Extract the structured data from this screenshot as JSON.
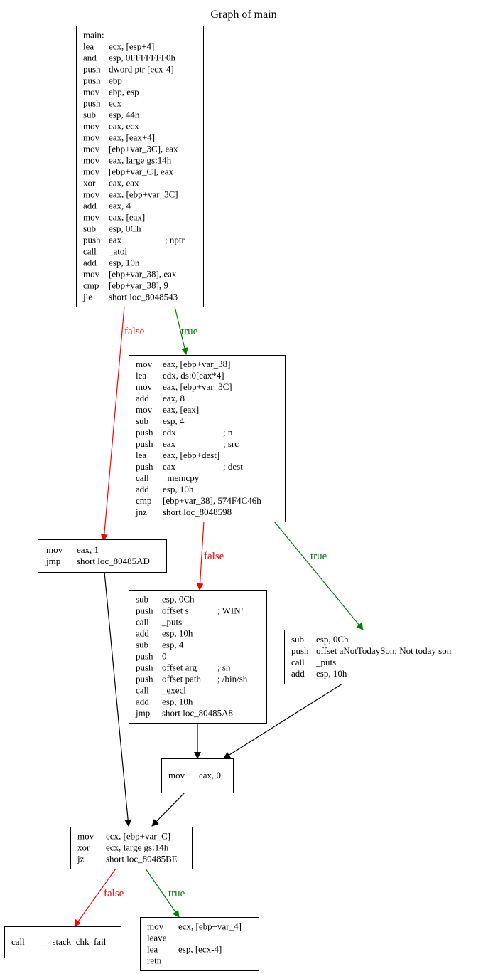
{
  "title": "Graph of main",
  "colors": {
    "true": "#008000",
    "false": "#ff0000",
    "plain": "#000000"
  },
  "nodes": [
    {
      "id": "n_main",
      "lines": [
        [
          "main:"
        ],
        [
          "lea",
          "ecx, [esp+4]"
        ],
        [
          "and",
          "esp, 0FFFFFFF0h"
        ],
        [
          "push",
          "dword ptr [ecx-4]"
        ],
        [
          "push",
          "ebp"
        ],
        [
          "mov",
          "ebp, esp"
        ],
        [
          "push",
          "ecx"
        ],
        [
          "sub",
          "esp, 44h"
        ],
        [
          "mov",
          "eax, ecx"
        ],
        [
          "mov",
          "eax, [eax+4]"
        ],
        [
          "mov",
          "[ebp+var_3C], eax"
        ],
        [
          "mov",
          "eax, large gs:14h"
        ],
        [
          "mov",
          "[ebp+var_C], eax"
        ],
        [
          "xor",
          "eax, eax"
        ],
        [
          "mov",
          "eax, [ebp+var_3C]"
        ],
        [
          "add",
          "eax, 4"
        ],
        [
          "mov",
          "eax, [eax]"
        ],
        [
          "sub",
          "esp, 0Ch"
        ],
        [
          "push",
          "eax",
          "; nptr"
        ],
        [
          "call",
          "_atoi"
        ],
        [
          "add",
          "esp, 10h"
        ],
        [
          "mov",
          "[ebp+var_38], eax"
        ],
        [
          "cmp",
          "[ebp+var_38], 9"
        ],
        [
          "jle",
          "short loc_8048543"
        ]
      ]
    },
    {
      "id": "n_memcpy",
      "lines": [
        [
          "mov",
          "eax, [ebp+var_38]"
        ],
        [
          "lea",
          "edx, ds:0[eax*4]"
        ],
        [
          "mov",
          "eax, [ebp+var_3C]"
        ],
        [
          "add",
          "eax, 8"
        ],
        [
          "mov",
          "eax, [eax]"
        ],
        [
          "sub",
          "esp, 4"
        ],
        [
          "push",
          "edx",
          "; n"
        ],
        [
          "push",
          "eax",
          "; src"
        ],
        [
          "lea",
          "eax, [ebp+dest]"
        ],
        [
          "push",
          "eax",
          "; dest"
        ],
        [
          "call",
          "_memcpy"
        ],
        [
          "add",
          "esp, 10h"
        ],
        [
          "cmp",
          "[ebp+var_38], 574F4C46h"
        ],
        [
          "jnz",
          "short loc_8048598"
        ]
      ]
    },
    {
      "id": "n_mov1",
      "lines": [
        [
          "mov",
          "eax, 1"
        ],
        [
          "jmp",
          "short loc_80485AD"
        ]
      ]
    },
    {
      "id": "n_win",
      "lines": [
        [
          "sub",
          "esp, 0Ch"
        ],
        [
          "push",
          "offset s",
          "; WIN!"
        ],
        [
          "call",
          "_puts"
        ],
        [
          "add",
          "esp, 10h"
        ],
        [
          "sub",
          "esp, 4"
        ],
        [
          "push",
          "0"
        ],
        [
          "push",
          "offset arg",
          "; sh"
        ],
        [
          "push",
          "offset path",
          "; /bin/sh"
        ],
        [
          "call",
          "_execl"
        ],
        [
          "add",
          "esp, 10h"
        ],
        [
          "jmp",
          "short loc_80485A8"
        ]
      ]
    },
    {
      "id": "n_notson",
      "lines": [
        [
          "sub",
          "esp, 0Ch"
        ],
        [
          "push",
          "offset aNotTodaySon; Not today son"
        ],
        [
          "call",
          "_puts"
        ],
        [
          "add",
          "esp, 10h"
        ]
      ]
    },
    {
      "id": "n_mov0",
      "lines": [
        [
          "mov",
          "eax, 0"
        ]
      ]
    },
    {
      "id": "n_chk",
      "lines": [
        [
          "mov",
          "ecx, [ebp+var_C]"
        ],
        [
          "xor",
          "ecx, large gs:14h"
        ],
        [
          "jz",
          "short loc_80485BE"
        ]
      ]
    },
    {
      "id": "n_fail",
      "lines": [
        [
          "call",
          "___stack_chk_fail"
        ]
      ]
    },
    {
      "id": "n_ret",
      "lines": [
        [
          "mov",
          "ecx, [ebp+var_4]"
        ],
        [
          "leave"
        ],
        [
          "lea",
          "esp, [ecx-4]"
        ],
        [
          "retn"
        ]
      ]
    }
  ],
  "edges": [
    {
      "id": "e1",
      "from": "n_main",
      "to": "n_mov1",
      "label": "false",
      "kind": "false"
    },
    {
      "id": "e2",
      "from": "n_main",
      "to": "n_memcpy",
      "label": "true",
      "kind": "true"
    },
    {
      "id": "e3",
      "from": "n_memcpy",
      "to": "n_win",
      "label": "false",
      "kind": "false"
    },
    {
      "id": "e4",
      "from": "n_memcpy",
      "to": "n_notson",
      "label": "true",
      "kind": "true"
    },
    {
      "id": "e5",
      "from": "n_win",
      "to": "n_mov0",
      "label": "",
      "kind": "plain"
    },
    {
      "id": "e6",
      "from": "n_notson",
      "to": "n_mov0",
      "label": "",
      "kind": "plain"
    },
    {
      "id": "e7",
      "from": "n_mov1",
      "to": "n_chk",
      "label": "",
      "kind": "plain"
    },
    {
      "id": "e8",
      "from": "n_mov0",
      "to": "n_chk",
      "label": "",
      "kind": "plain"
    },
    {
      "id": "e9",
      "from": "n_chk",
      "to": "n_fail",
      "label": "false",
      "kind": "false"
    },
    {
      "id": "e10",
      "from": "n_chk",
      "to": "n_ret",
      "label": "true",
      "kind": "true"
    }
  ]
}
